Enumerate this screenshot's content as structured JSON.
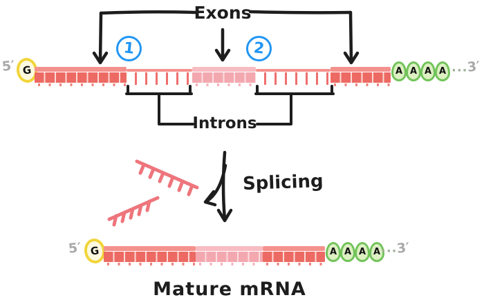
{
  "top_diagram": {
    "exons_label": "Exons",
    "introns_label": "Introns",
    "intron_numbers": [
      "1",
      "2"
    ],
    "five_prime": "5′",
    "three_prime": "3′",
    "cap_g": "G",
    "poly_a": [
      "A",
      "A",
      "A",
      "A"
    ],
    "ellipsis": "···",
    "segments": [
      "exon",
      "intron",
      "exon",
      "intron",
      "exon"
    ]
  },
  "splicing": {
    "label": "Splicing"
  },
  "mature": {
    "label": "Mature mRNA",
    "five_prime": "5′",
    "three_prime": "3′",
    "cap_g": "G",
    "poly_a": [
      "A",
      "A",
      "A",
      "A"
    ],
    "ellipsis": "···",
    "segments": [
      "exon",
      "exon",
      "exon"
    ]
  },
  "colors": {
    "exon_red": "#ec6a63",
    "exon_pink": "#f3a8af",
    "backbone_red": "#f4918d",
    "backbone_pink": "#f7bcc2",
    "intron_tick": "#ee6f6d",
    "cap_fill": "#fefae0",
    "cap_border": "#f1d53a",
    "polya_fill": "#dcf0c2",
    "polya_border": "#72c35a",
    "number_blue": "#2196f3",
    "ink_black": "#1d1d1d",
    "label_gray": "#a9a9a9",
    "fragment_salmon": "#ee757c"
  }
}
